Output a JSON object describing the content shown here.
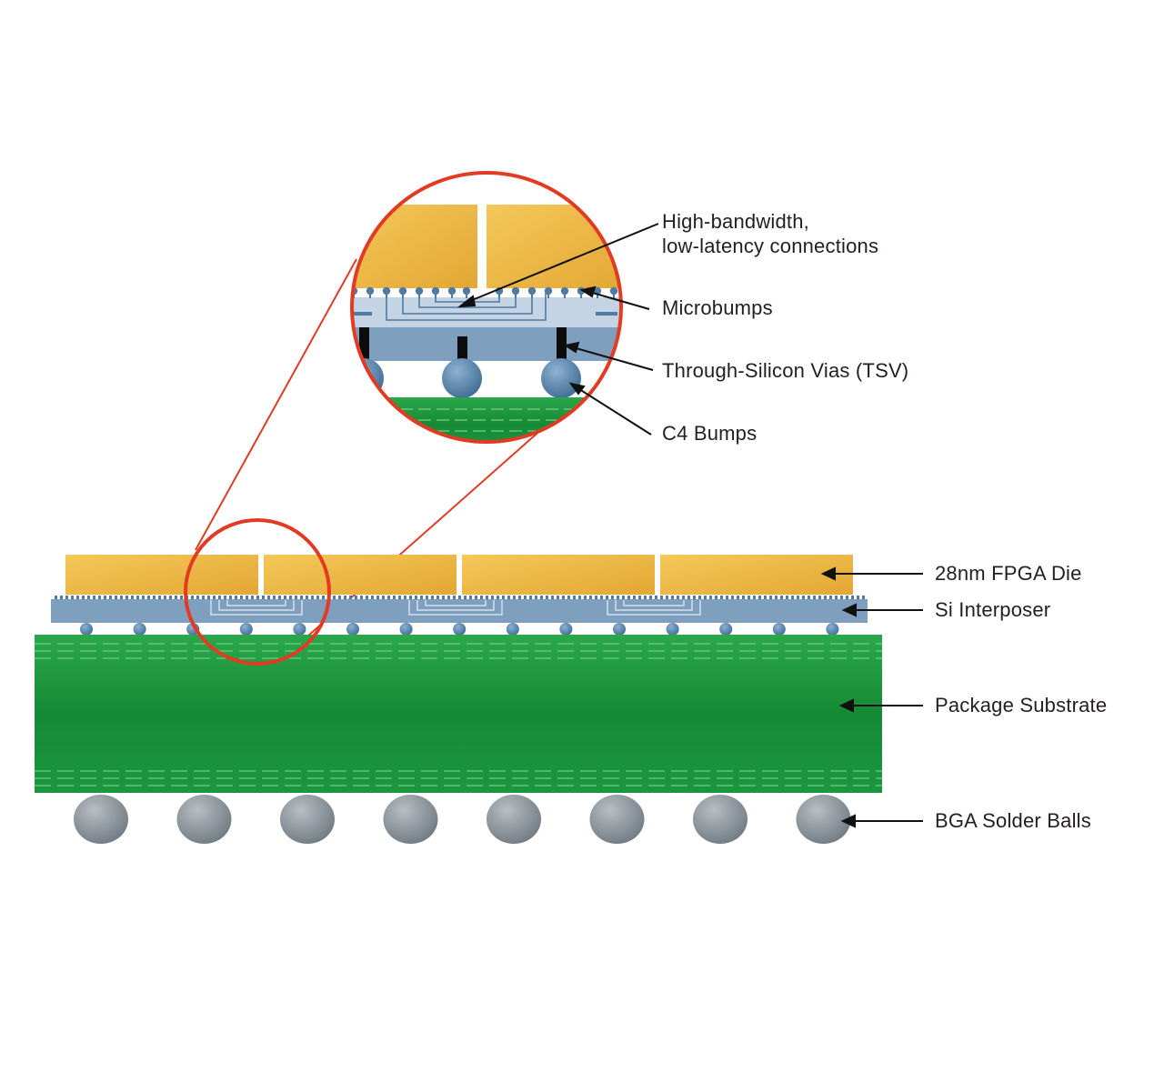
{
  "zoom_labels": {
    "connections_line1": "High-bandwidth,",
    "connections_line2": "low-latency connections",
    "microbumps": "Microbumps",
    "tsv": "Through-Silicon Vias (TSV)",
    "c4": "C4 Bumps"
  },
  "stack_labels": {
    "fpga": "28nm FPGA Die",
    "interposer": "Si Interposer",
    "substrate": "Package Substrate",
    "bga": "BGA Solder Balls"
  },
  "colors": {
    "die": "#efb73e",
    "interposer": "#7f9fbf",
    "substrate": "#1f9a3e",
    "bump": "#4f7aa2",
    "ball": "#8c969e",
    "highlight": "#e23b24"
  }
}
